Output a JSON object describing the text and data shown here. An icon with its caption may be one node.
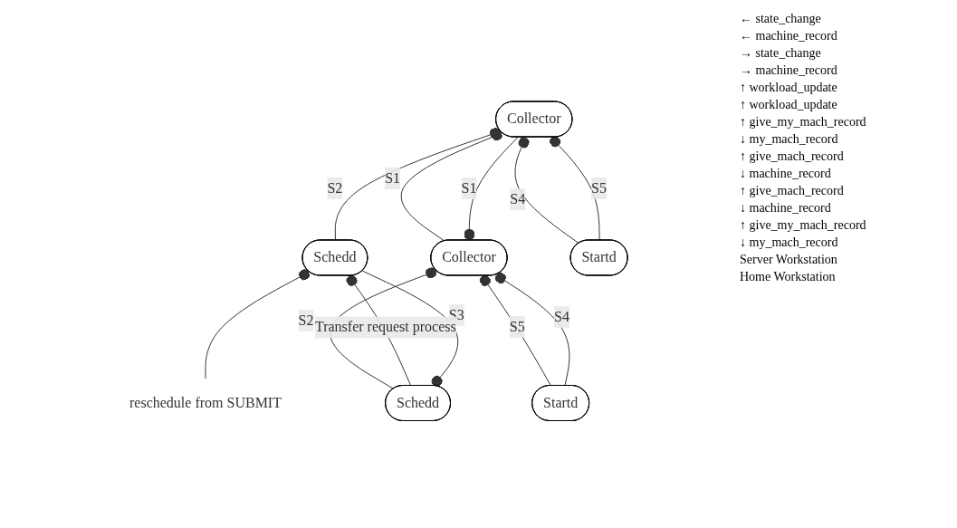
{
  "diagram": {
    "nodes": [
      {
        "text": [
          "Collector"
        ]
      },
      {
        "text": [
          "Collector"
        ]
      },
      {
        "text": [
          "Startd"
        ]
      },
      {
        "text": [
          "Schedd"
        ]
      },
      {
        "text": [
          "Schedd"
        ]
      },
      {
        "text": [
          "Startd"
        ]
      },
      {
        "text": [
          "reschedule from SUBMIT"
        ]
      }
    ],
    "edges": [
      {
        "from": 1,
        "to": 0,
        "arrow": "other",
        "label": "S1"
      },
      {
        "from": 0,
        "to": 1,
        "arrow": "other",
        "label": "S1"
      },
      {
        "from": 2,
        "to": 0,
        "arrow": "other",
        "label": "S5"
      },
      {
        "from": 2,
        "to": 0,
        "arrow": "other",
        "label": "S4"
      },
      {
        "from": 3,
        "to": 0,
        "arrow": "other",
        "label": "S2"
      },
      {
        "from": 4,
        "to": 3,
        "arrow": "other",
        "label": "S3"
      },
      {
        "from": 3,
        "to": 4,
        "arrow": "other",
        "label": "Transfer request process"
      },
      {
        "from": 4,
        "to": 1,
        "arrow": "other",
        "label": "S2"
      },
      {
        "from": 5,
        "to": 1,
        "arrow": "other",
        "label": "S4"
      },
      {
        "from": 5,
        "to": 1,
        "arrow": "other",
        "label": "S5"
      },
      {
        "from": 6,
        "to": 4,
        "arrow": "other"
      }
    ],
    "labels": [
      "← state_change",
      "← machine_record",
      "→ state_change",
      "→ machine_record",
      "↑ workload_update",
      "↑ workload_update",
      "↑ give_my_mach_record",
      "↓ my_mach_record",
      "↑ give_mach_record",
      "↓ machine_record",
      "↑ give_mach_record",
      "↓ machine_record",
      "↑ give_my_mach_record",
      "↓ my_mach_record",
      "Server Workstation",
      "Home Workstation"
    ]
  }
}
